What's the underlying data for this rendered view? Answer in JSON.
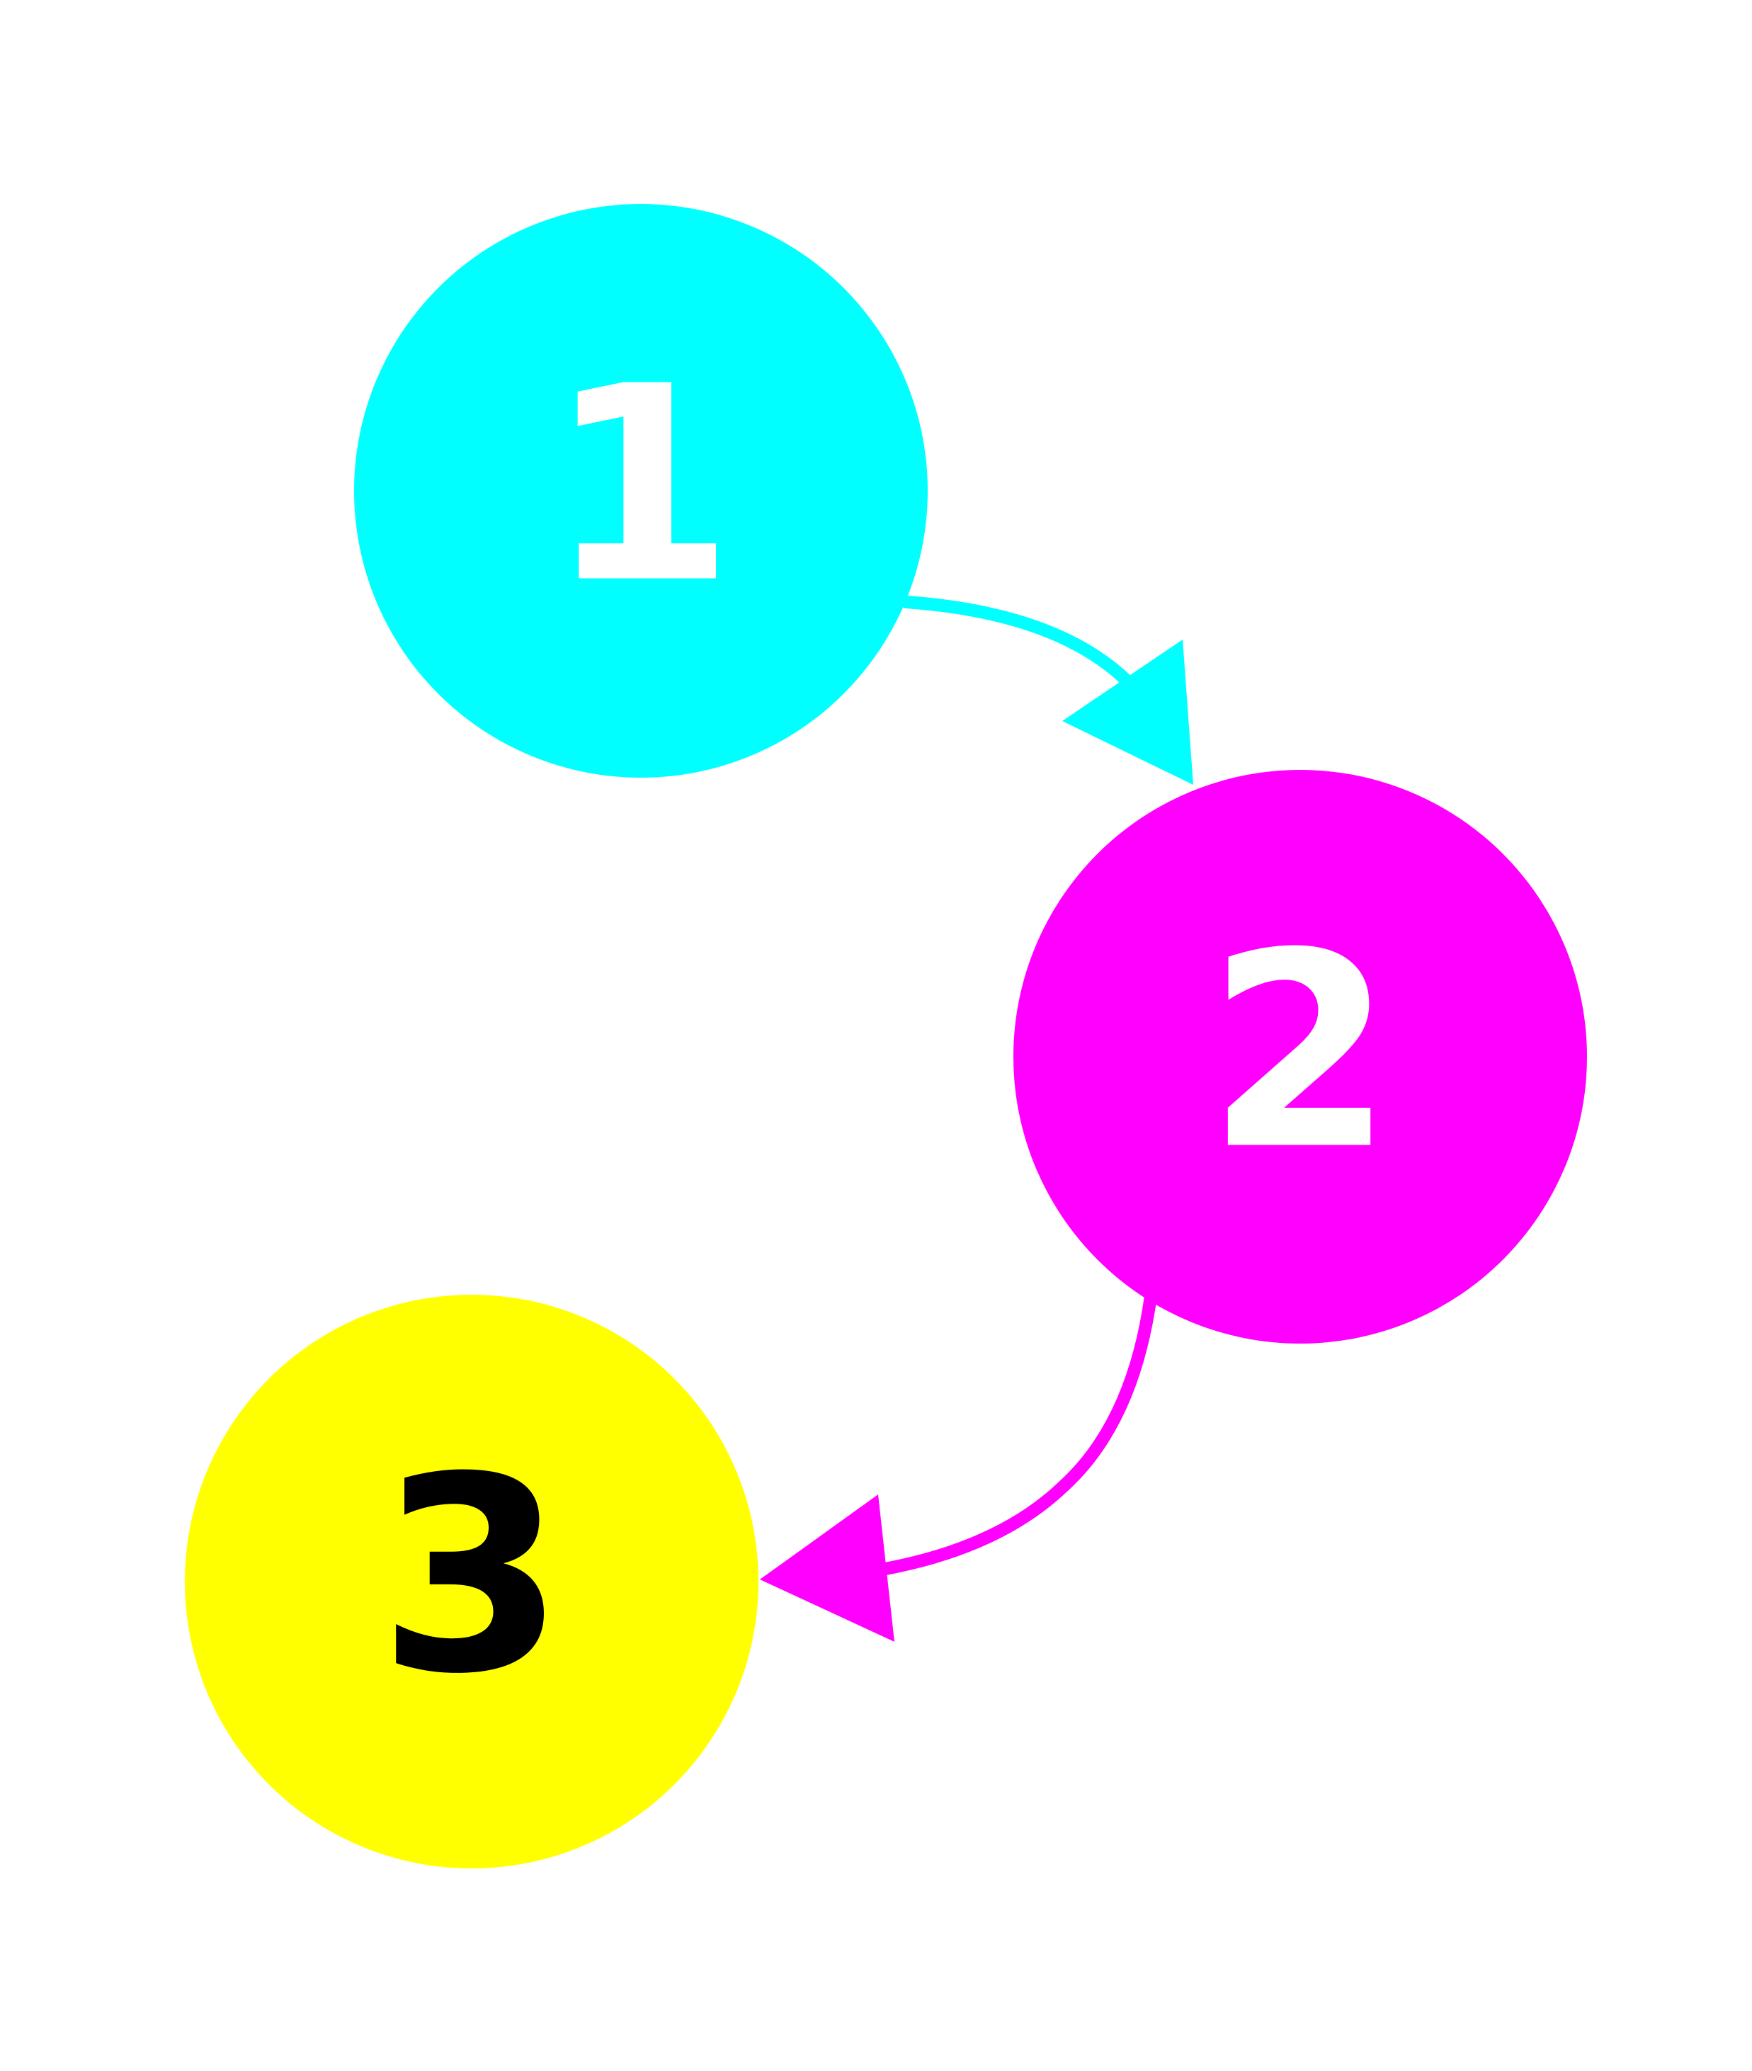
{
  "nodes": [
    {
      "id": "node-1",
      "label": "1",
      "fill": "#00ffff",
      "text_color": "#ffffff"
    },
    {
      "id": "node-2",
      "label": "2",
      "fill": "#ff00ff",
      "text_color": "#ffffff"
    },
    {
      "id": "node-3",
      "label": "3",
      "fill": "#ffff00",
      "text_color": "#000000"
    }
  ],
  "arrows": [
    {
      "from": "1",
      "to": "2",
      "color": "#00ffff"
    },
    {
      "from": "2",
      "to": "3",
      "color": "#ff00ff"
    }
  ]
}
